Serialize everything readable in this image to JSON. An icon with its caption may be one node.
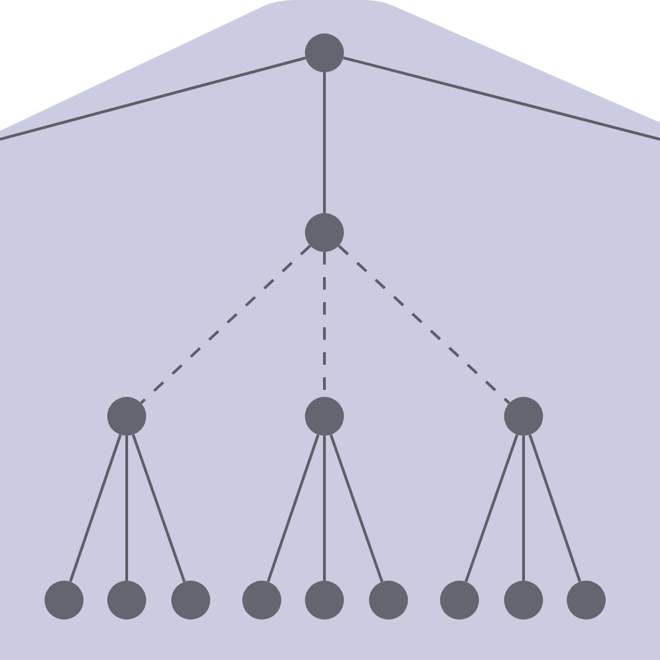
{
  "diagram": {
    "nodes": [
      {
        "text": [],
        "shape": "circle"
      },
      {
        "text": [],
        "shape": "circle"
      },
      {
        "text": [],
        "shape": "circle"
      },
      {
        "text": [],
        "shape": "circle"
      },
      {
        "text": [],
        "shape": "circle"
      },
      {
        "text": [],
        "shape": "circle"
      },
      {
        "text": [],
        "shape": "circle"
      },
      {
        "text": [],
        "shape": "circle"
      },
      {
        "text": [],
        "shape": "circle"
      },
      {
        "text": [],
        "shape": "circle"
      },
      {
        "text": [],
        "shape": "circle"
      },
      {
        "text": [],
        "shape": "circle"
      },
      {
        "text": [],
        "shape": "circle"
      },
      {
        "text": [],
        "shape": "circle"
      }
    ],
    "edges": [
      {
        "from": 0,
        "to": null,
        "arrow": "none"
      },
      {
        "from": 0,
        "to": null,
        "arrow": "none"
      },
      {
        "from": 0,
        "to": 1,
        "arrow": "none"
      },
      {
        "from": 1,
        "to": 2,
        "arrow": "none",
        "style": "dashed"
      },
      {
        "from": 1,
        "to": 3,
        "arrow": "none",
        "style": "dashed"
      },
      {
        "from": 1,
        "to": 4,
        "arrow": "none",
        "style": "dashed"
      },
      {
        "from": 2,
        "to": 5,
        "arrow": "none"
      },
      {
        "from": 2,
        "to": 6,
        "arrow": "none"
      },
      {
        "from": 2,
        "to": 7,
        "arrow": "none"
      },
      {
        "from": 3,
        "to": 8,
        "arrow": "none"
      },
      {
        "from": 3,
        "to": 9,
        "arrow": "none"
      },
      {
        "from": 3,
        "to": 10,
        "arrow": "none"
      },
      {
        "from": 4,
        "to": 11,
        "arrow": "none"
      },
      {
        "from": 4,
        "to": 12,
        "arrow": "none"
      },
      {
        "from": 4,
        "to": 13,
        "arrow": "none"
      }
    ]
  }
}
